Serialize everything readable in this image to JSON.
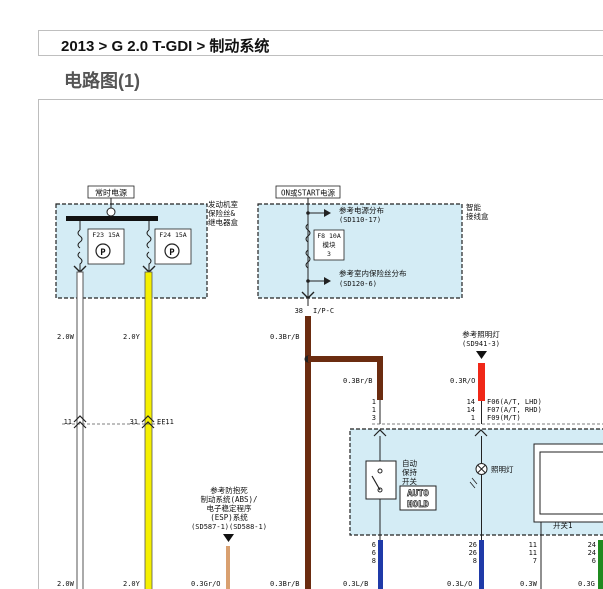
{
  "header": {
    "breadcrumb": "2013 > G 2.0 T-GDI > 制动系统",
    "page_title": "电路图(1)"
  },
  "diagram": {
    "blocks": {
      "fuse_box_left": {
        "caption": "常时电源",
        "side_label": [
          "发动机室",
          "保险丝&",
          "继电器盒"
        ],
        "fuse1": "F23 15A",
        "fuse2": "F24 15A"
      },
      "fuse_box_right": {
        "caption": "ON或START电源",
        "side_label": [
          "智能",
          "接线盒"
        ],
        "ref_power": [
          "参考电源分布",
          "(SD110-17)"
        ],
        "fuse": "F8 10A",
        "module": [
          "模块",
          "3"
        ],
        "ref_fuse": [
          "参考室内保险丝分布",
          "(SD120-6)"
        ],
        "pin": "38",
        "pin_tag": "I/P-C"
      },
      "ref_lighting": [
        "参考照明灯",
        "(SD941-3)"
      ],
      "ref_abs": [
        "参考防抱死",
        "制动系统(ABS)/",
        "电子稳定程序",
        "(ESP)系统",
        "(SD587-1)(SD588-1)"
      ],
      "switch_box": {
        "auto_hold_label": [
          "自动",
          "保持",
          "开关"
        ],
        "auto_hold_badge": [
          "AUTO",
          "HOLD"
        ],
        "lamp_label": "照明灯",
        "switch1_label": "开关1"
      }
    },
    "wires": {
      "w1_top": "2.0W",
      "w2_top": "2.0Y",
      "w3_top": "0.3Br/B",
      "w3_mid": "0.3Br/B",
      "w4_mid": "0.3R/O",
      "w1_bottom": "2.0W",
      "w2_bottom": "2.0Y",
      "abs_bottom": "0.3Gr/O",
      "w3_bottom": "0.3Br/B",
      "auto_bottom": "0.3L/B",
      "lamp_bottom": "0.3L/O",
      "sw_bottom": "0.3W",
      "edge_bottom": "0.3G"
    },
    "connector_ef11": {
      "pin_left": "11",
      "pin_right": "31",
      "name": "EF11"
    },
    "lamp_connector": {
      "pins": [
        "14",
        "14",
        "1"
      ],
      "names": [
        "F06(A/T, LHD)",
        "F07(A/T, RHD)",
        "F09(M/T)"
      ]
    },
    "auto_pins_top": [
      "1",
      "1",
      "3"
    ],
    "auto_pins_bottom": [
      "6",
      "6",
      "8"
    ],
    "lamp_pins_bottom": [
      "26",
      "26",
      "8"
    ],
    "sw_pins_bottom": [
      "11",
      "11",
      "7"
    ],
    "edge_pins_bottom": [
      "24",
      "24",
      "6"
    ],
    "colors": {
      "box_fill": "#d4ecf5",
      "wire_yellow": "#f5f000",
      "wire_brown": "#6b2c10",
      "wire_red": "#f02818",
      "wire_blue": "#1f3aa8",
      "wire_green": "#1f8a1f",
      "wire_orange": "#d9a070"
    }
  }
}
